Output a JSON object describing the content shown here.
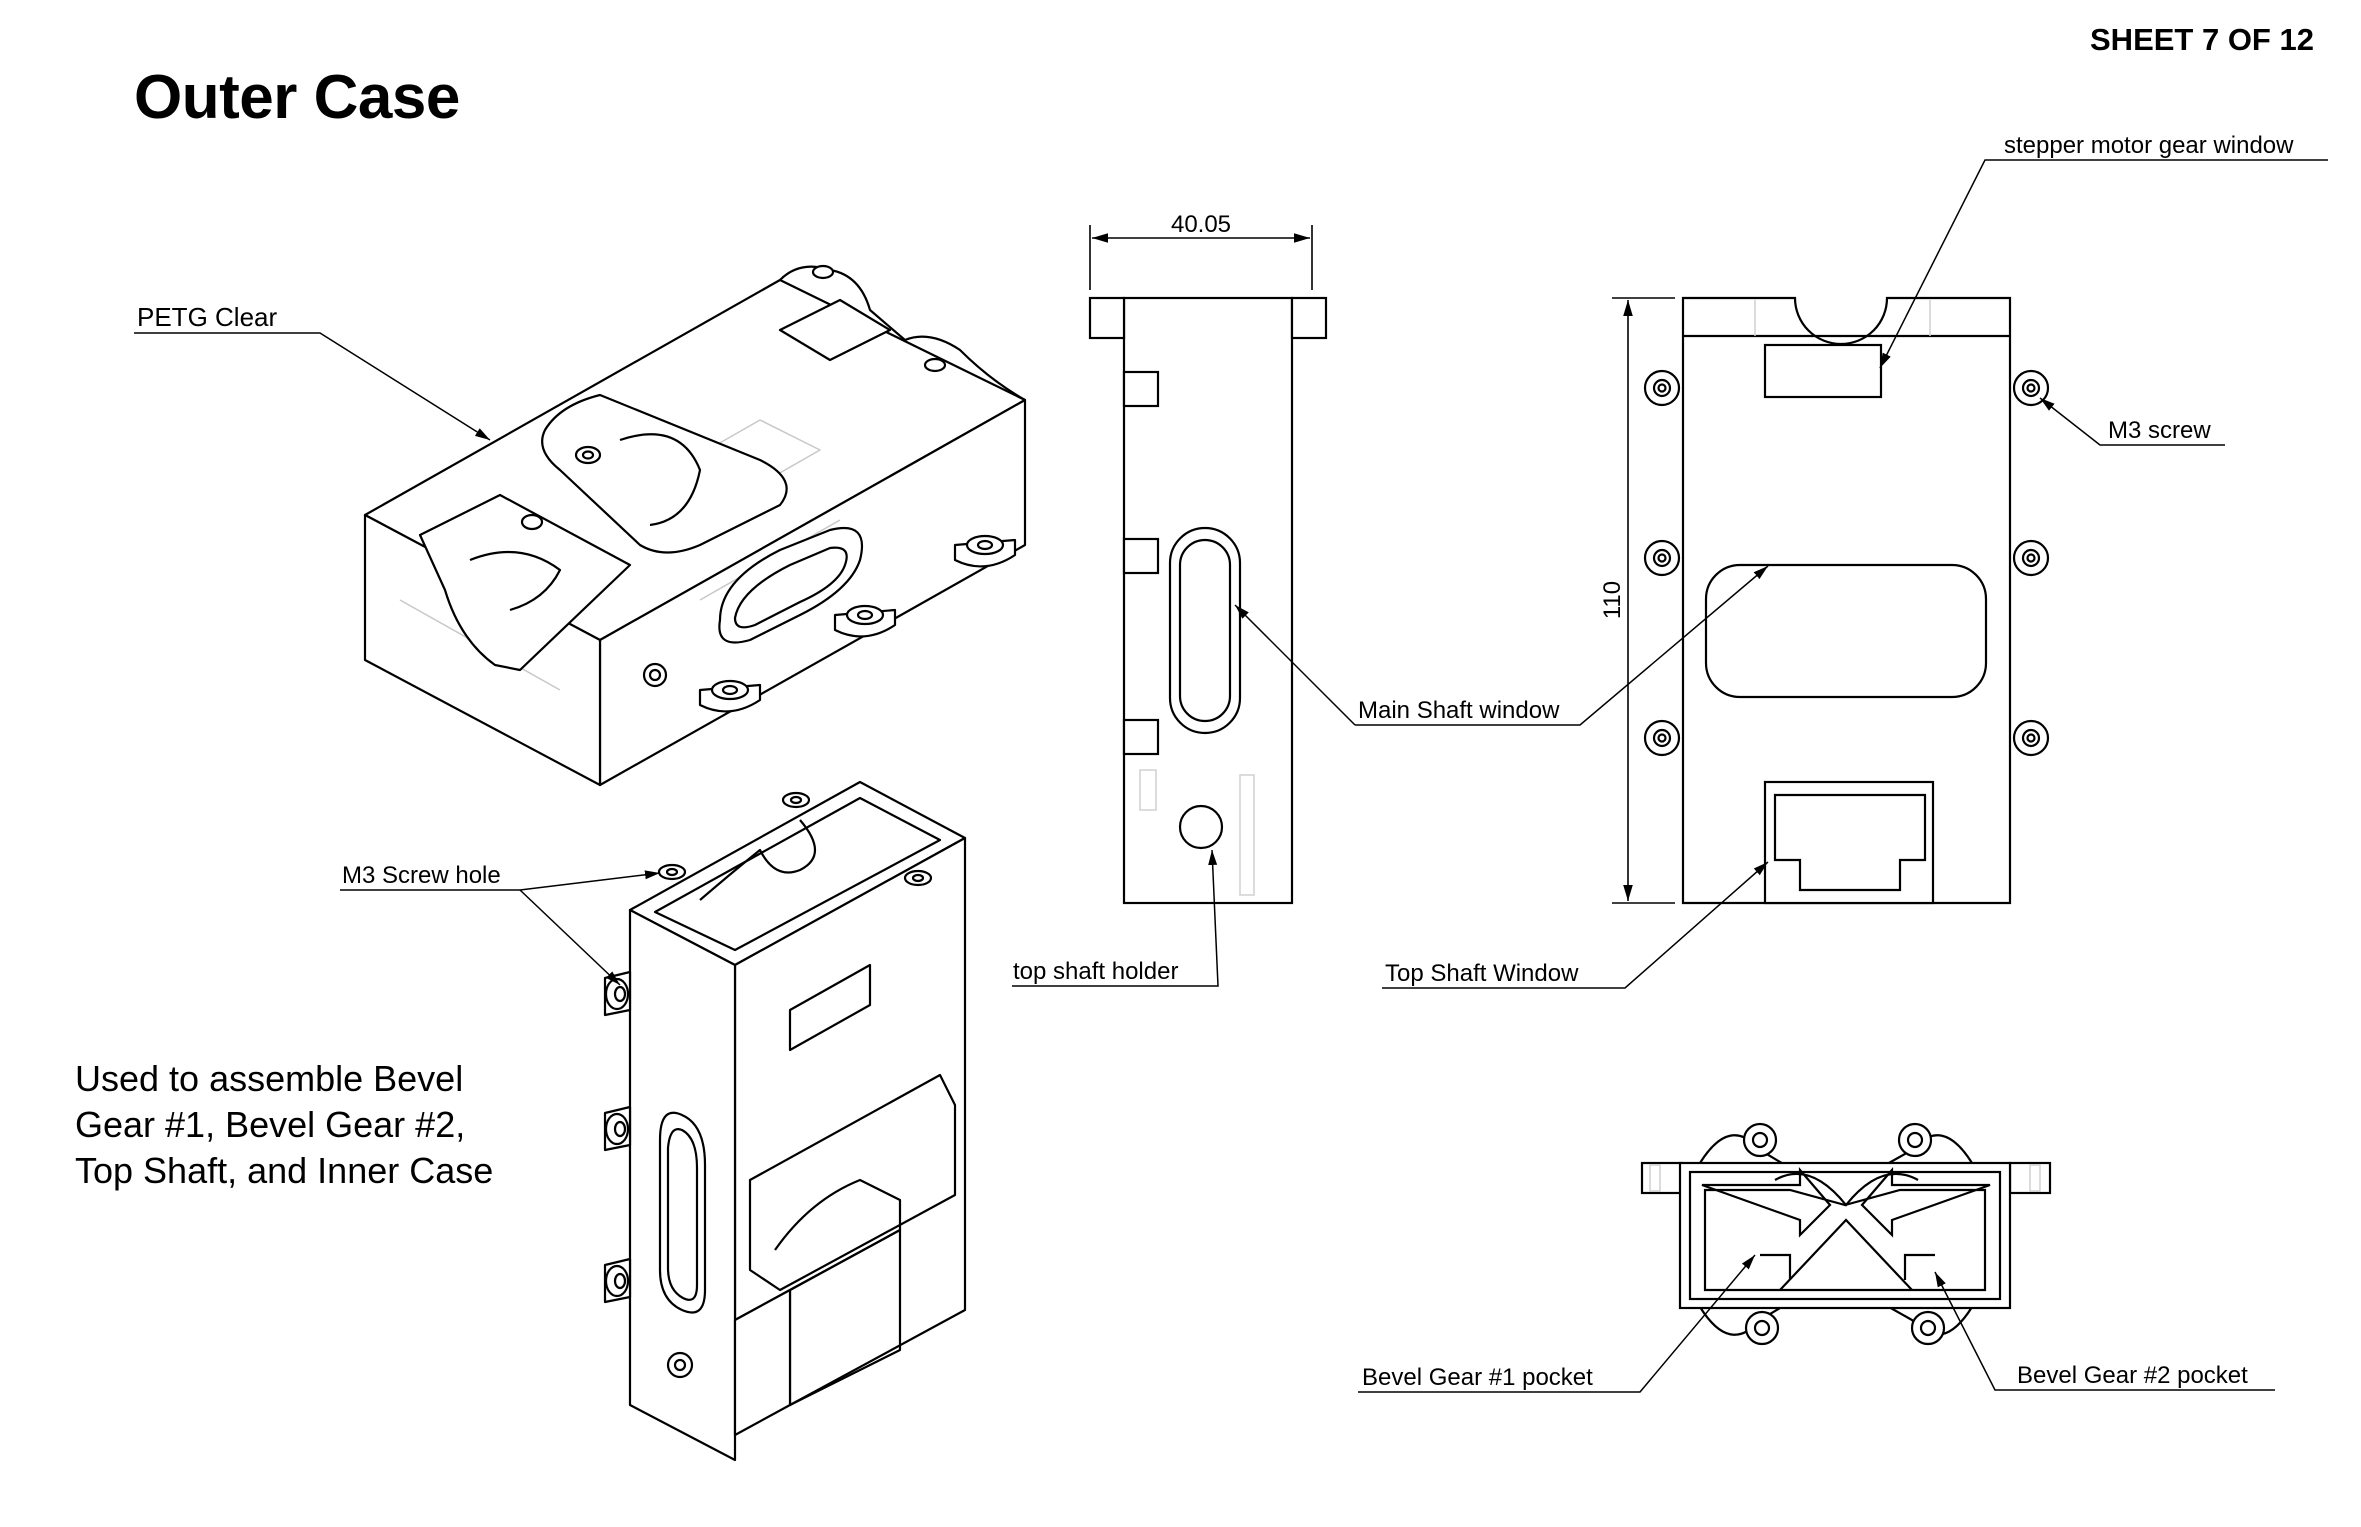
{
  "sheet": {
    "title": "Outer Case",
    "sheet_number": "SHEET 7 OF 12"
  },
  "note": {
    "lines": [
      "Used to assemble Bevel",
      "Gear #1, Bevel Gear #2,",
      "Top Shaft, and Inner Case"
    ]
  },
  "callouts": {
    "petg": "PETG Clear",
    "m3_screw_hole": "M3 Screw hole",
    "top_shaft_holder": "top shaft holder",
    "main_shaft_window": "Main Shaft window",
    "stepper_window": "stepper motor gear window",
    "m3_screw": "M3 screw",
    "top_shaft_window": "Top Shaft Window",
    "bevel1_pocket": "Bevel Gear #1 pocket",
    "bevel2_pocket": "Bevel Gear #2 pocket"
  },
  "dimensions": {
    "width": "40.05",
    "height": "110"
  },
  "colors": {
    "line": "#000000",
    "ghost": "#cfcfcf",
    "paper": "#ffffff"
  }
}
